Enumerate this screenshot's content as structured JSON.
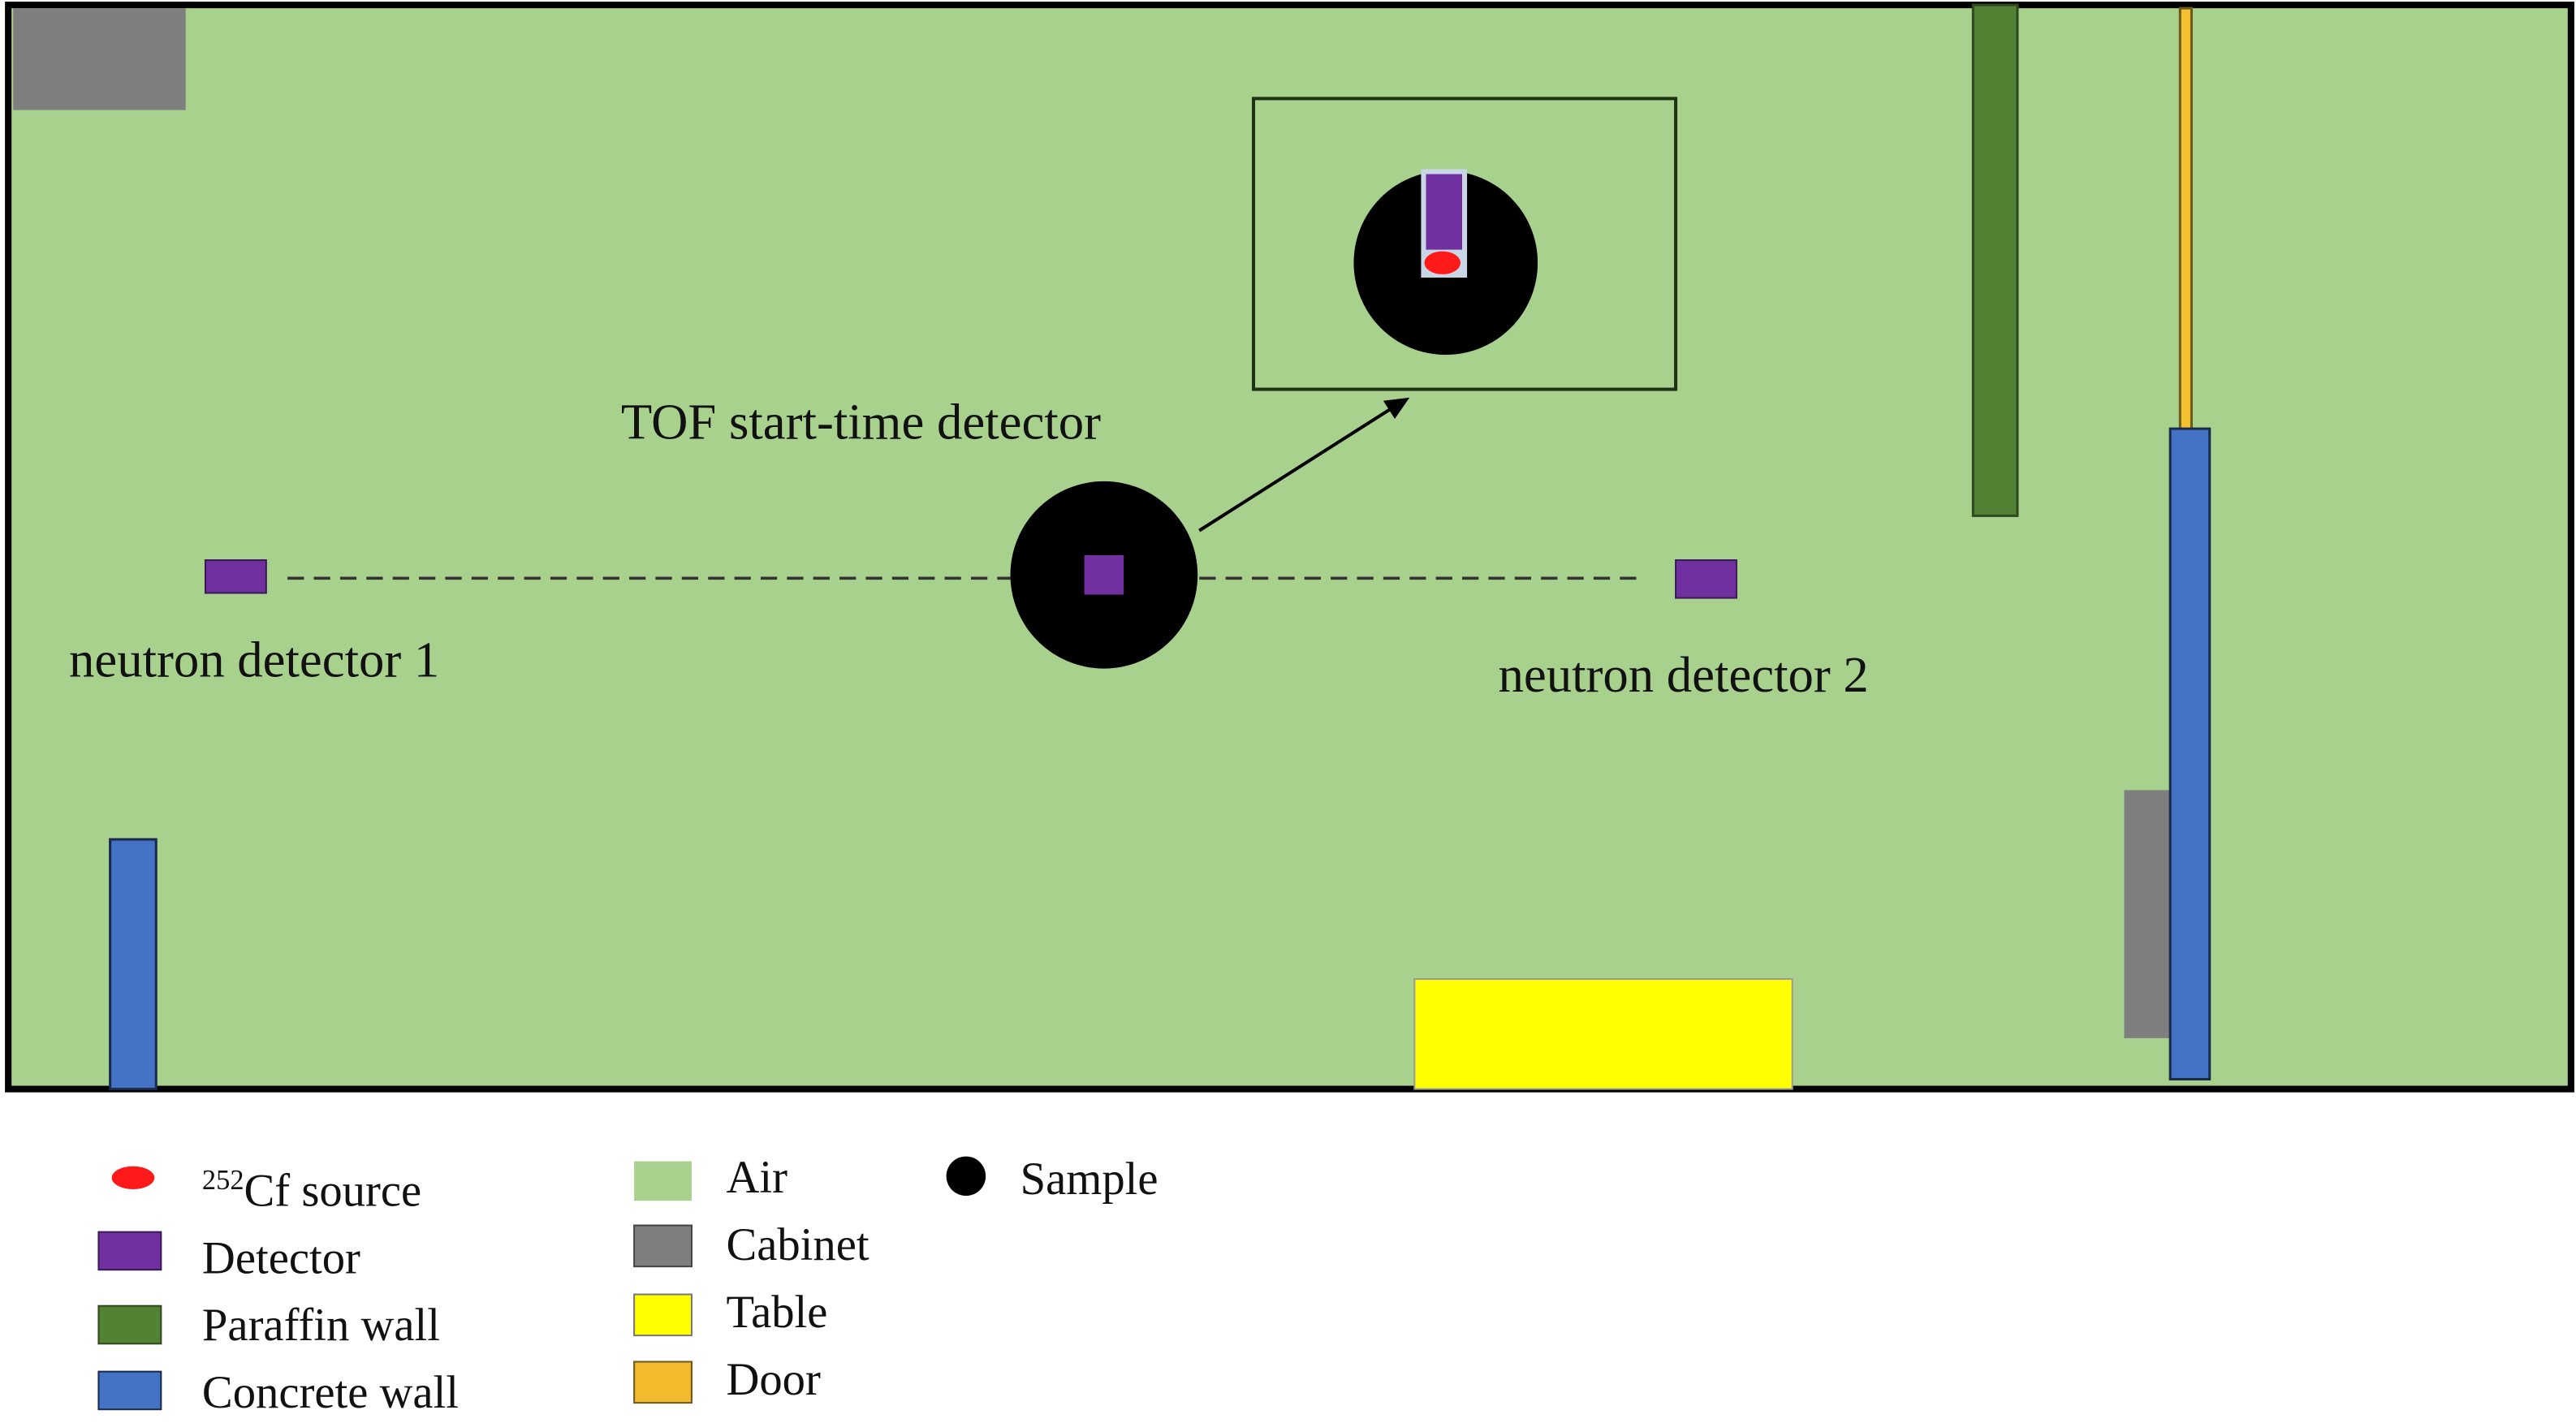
{
  "labels": {
    "tof": "TOF start-time detector",
    "detector1": "neutron detector 1",
    "detector2": "neutron detector 2"
  },
  "legend": {
    "source_sup": "252",
    "source_text": "Cf source",
    "detector": "Detector",
    "paraffin": "Paraffin wall",
    "concrete": "Concrete wall",
    "air": "Air",
    "cabinet": "Cabinet",
    "table": "Table",
    "door": "Door",
    "sample": "Sample"
  },
  "colors": {
    "air": "#a9d18e",
    "cabinet": "#7f7f7f",
    "table": "#ffff00",
    "door": "#f4b92c",
    "detector": "#7030a0",
    "paraffin": "#548235",
    "concrete": "#4472c4",
    "source": "#ff1a1a",
    "sample": "#000000"
  }
}
